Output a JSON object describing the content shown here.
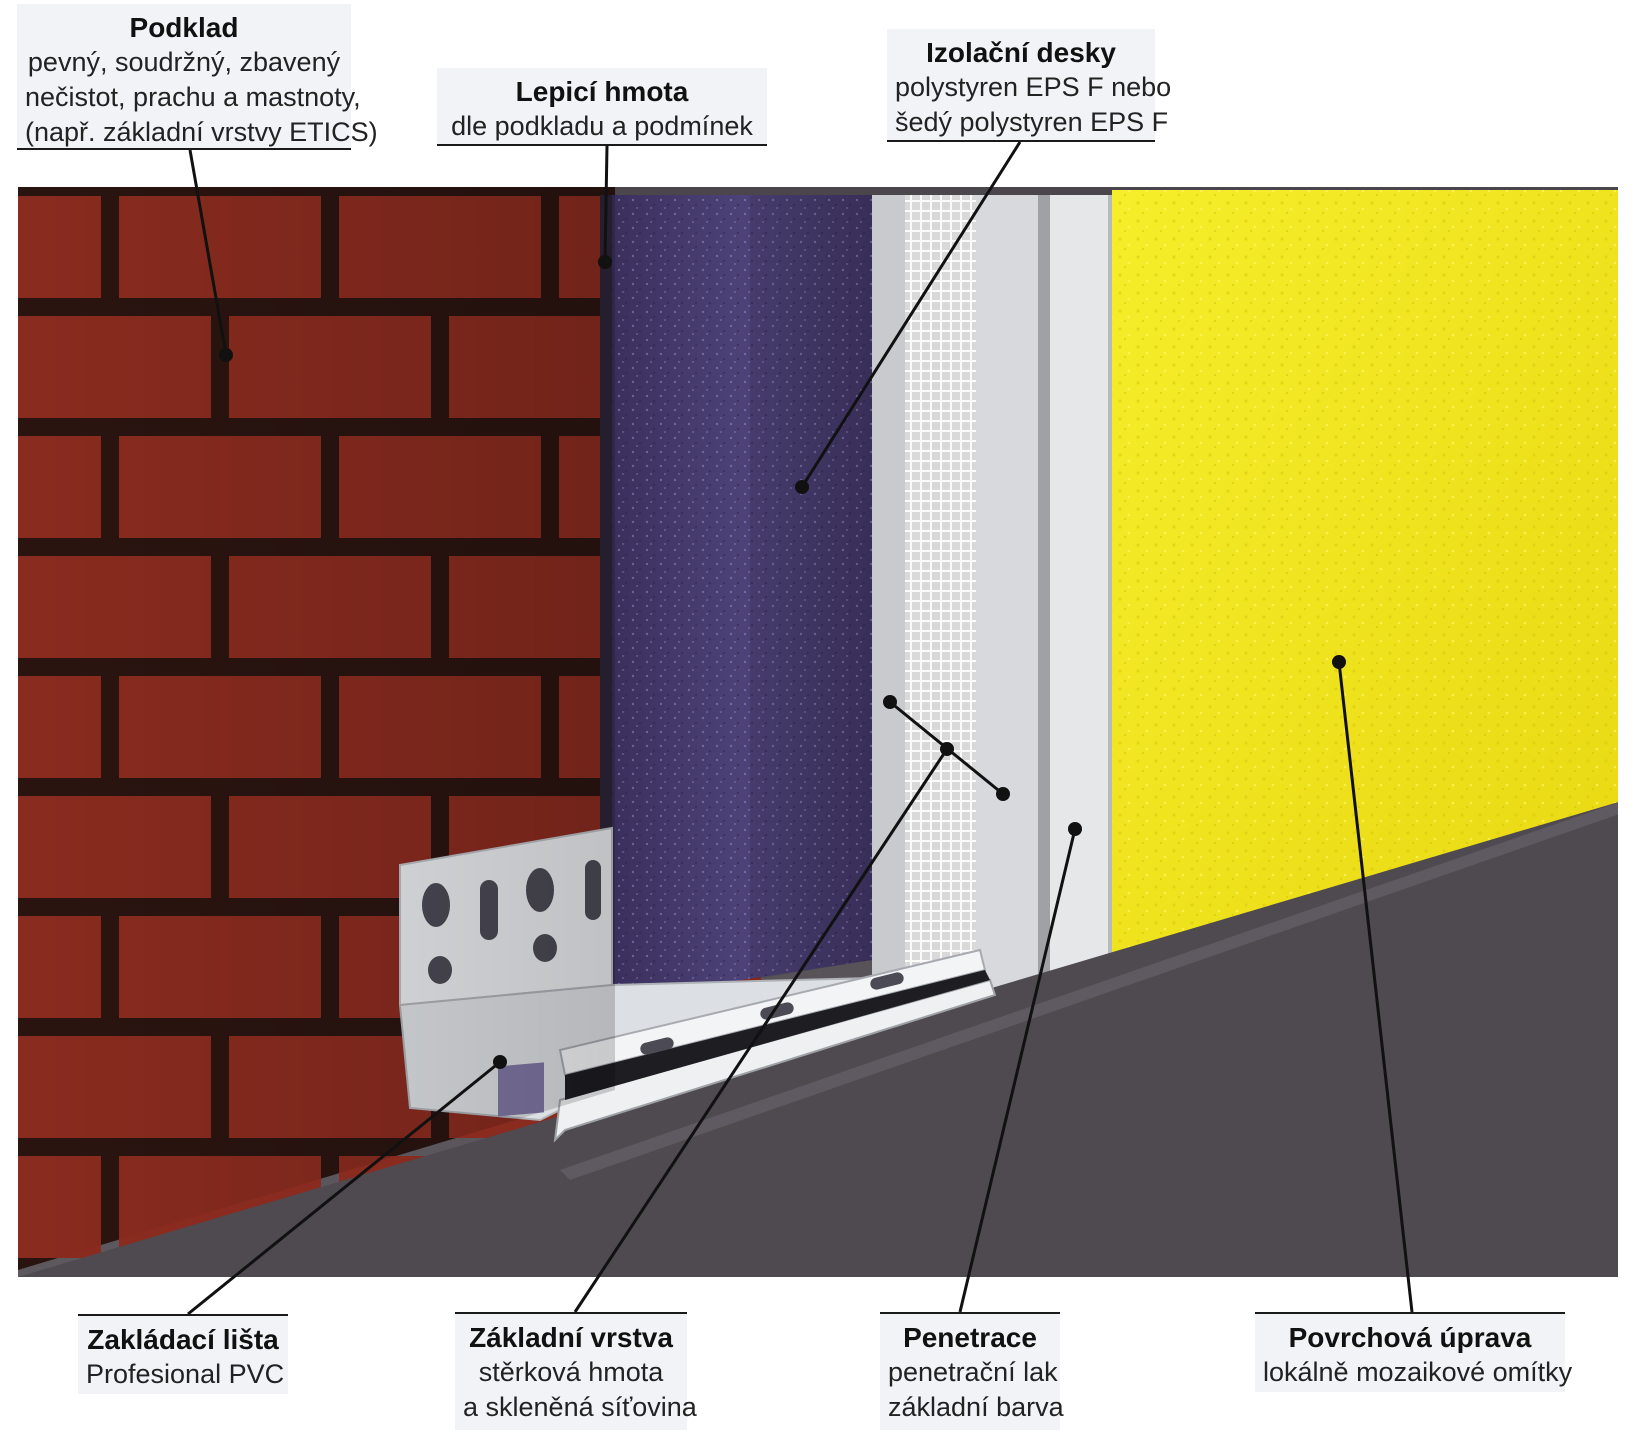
{
  "labels": {
    "podklad": {
      "title": "Podklad",
      "lines": [
        "pevný, soudržný, zbavený",
        "nečistot, prachu a mastnoty,",
        "(např. základní vrstvy ETICS)"
      ]
    },
    "lepici_hmota": {
      "title": "Lepicí hmota",
      "lines": [
        "dle podkladu a podmínek"
      ]
    },
    "izolacni_desky": {
      "title": "Izolační desky",
      "lines": [
        "polystyren EPS F nebo",
        "šedý polystyren EPS F"
      ]
    },
    "zakladaci_lista": {
      "title": "Zakládací lišta",
      "lines": [
        "Profesional PVC"
      ]
    },
    "zakladni_vrstva": {
      "title": "Základní vrstva",
      "lines": [
        "stěrková hmota",
        "a skleněná síťovina"
      ]
    },
    "penetrace": {
      "title": "Penetrace",
      "lines": [
        "penetrační lak",
        "základní barva"
      ]
    },
    "povrchova_uprava": {
      "title": "Povrchová úprava",
      "lines": [
        "lokálně mozaikové omítky"
      ]
    }
  },
  "colors": {
    "brick": "#8a2b1f",
    "mortar": "#2a1410",
    "eps": "#4b3f72",
    "plaster": "#f2e81c",
    "ground": "#514d52",
    "profile": "#e9ecef",
    "mesh": "#f4f4f4",
    "leader": "#111111",
    "label_bg": "#f1f3f6"
  }
}
